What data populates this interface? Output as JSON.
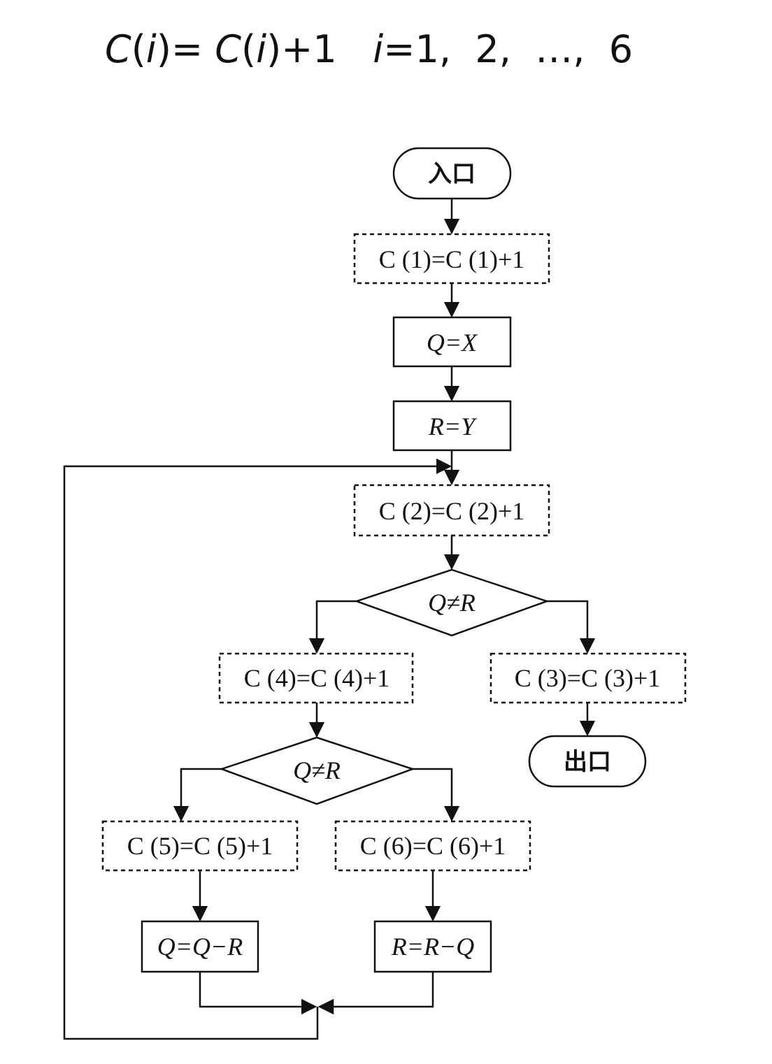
{
  "header": {
    "formula_parts": [
      "C",
      "(",
      "i",
      ")= ",
      "C",
      "(",
      "i",
      ")+1",
      "   ",
      "i",
      "=1,  2,  …,  6"
    ]
  },
  "flowchart": {
    "entry": "入口",
    "exit": "出口",
    "c1": "C (1)=C (1)+1",
    "q_eq_x": "Q=X",
    "r_eq_y": "R=Y",
    "c2": "C (2)=C (2)+1",
    "decision1": "Q≠R",
    "c3": "C (3)=C (3)+1",
    "c4": "C (4)=C (4)+1",
    "decision2": "Q≠R",
    "c5": "C (5)=C (5)+1",
    "c6": "C (6)=C (6)+1",
    "q_minus_r": "Q=Q−R",
    "r_minus_q": "R=R−Q"
  }
}
